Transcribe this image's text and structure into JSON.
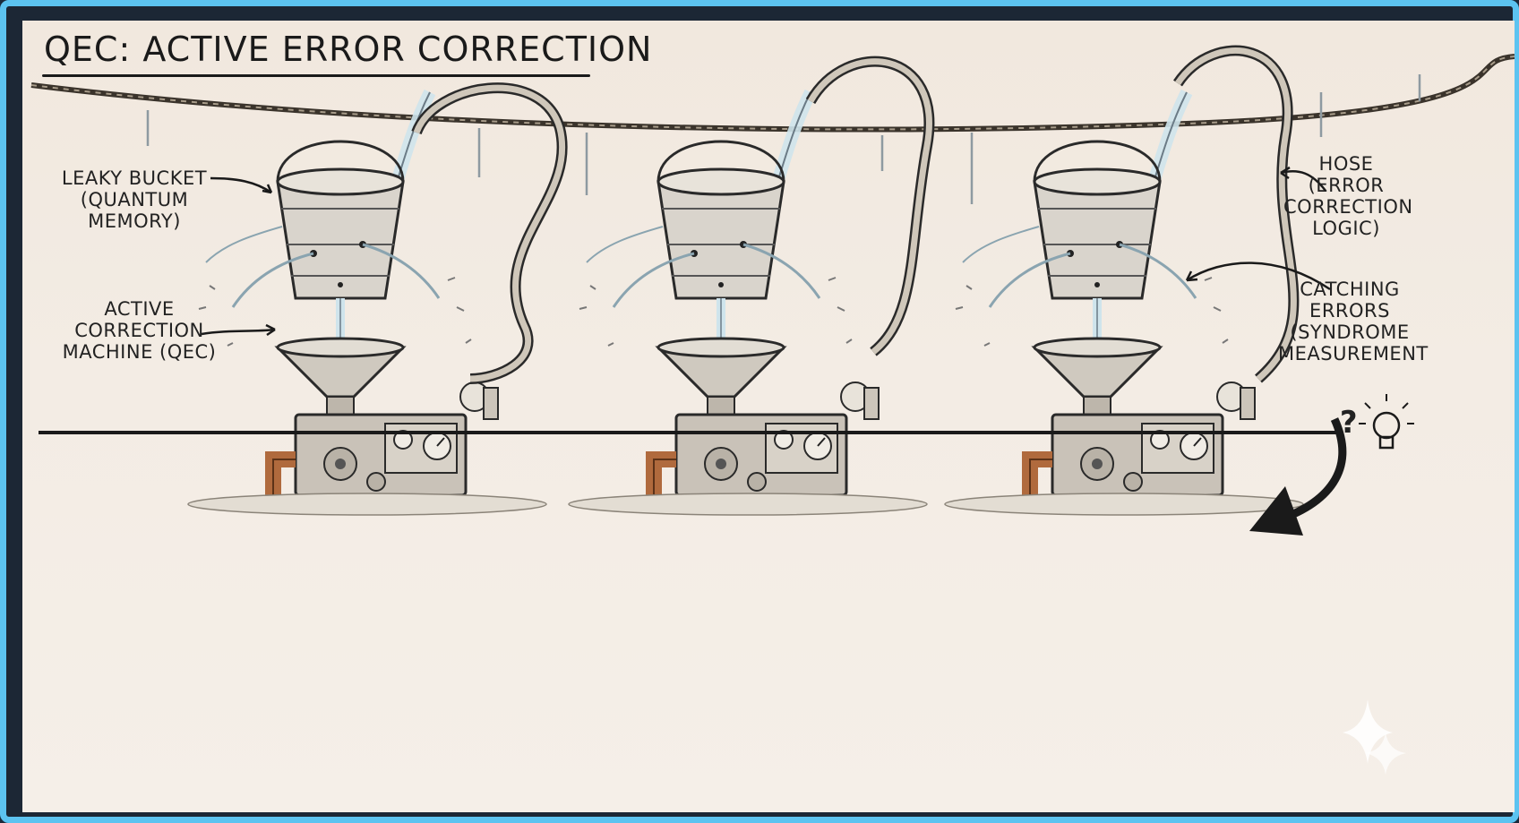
{
  "title": "QEC: ACTIVE ERROR CORRECTION",
  "labels": {
    "leaky_bucket": [
      "LEAKY BUCKET",
      "(QUANTUM MEMORY)"
    ],
    "active_correction": [
      "ACTIVE CORRECTION",
      "MACHINE (QEC)"
    ],
    "hose": [
      "HOSE",
      "(ERROR",
      "CORRECTION",
      "LOGIC)"
    ],
    "catching_errors": [
      "CATCHING",
      "ERRORS",
      "(SYNDROME",
      "MEASUREMENT"
    ],
    "question_mark": "?"
  },
  "icons": {
    "lightbulb": "lightbulb-icon",
    "sparkle": "sparkle-icon"
  },
  "colors": {
    "frame": "#5cc3f0",
    "paper": "#f3ece4",
    "ink": "#1a1a1a",
    "copper": "#b06a3d"
  }
}
